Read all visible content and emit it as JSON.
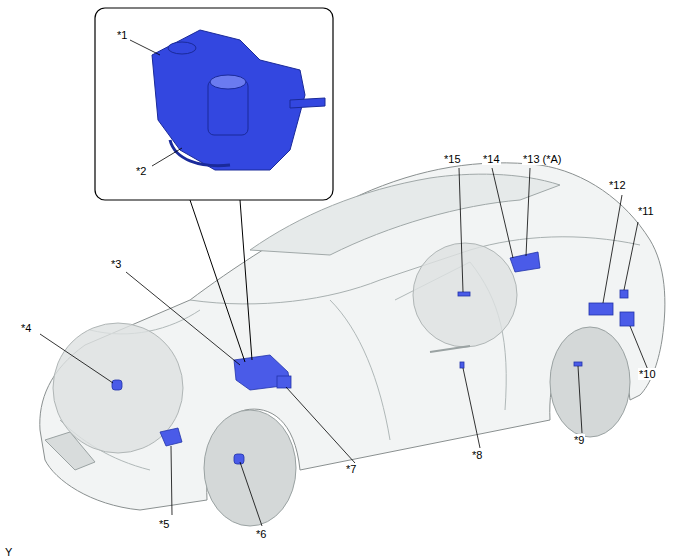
{
  "diagram": {
    "labels": [
      "*1",
      "*2",
      "*15",
      "*14",
      "*13 (*A)",
      "*12",
      "*11",
      "*3",
      "*4",
      "*10",
      "*9",
      "*8",
      "*7",
      "*5",
      "*6",
      "Y"
    ]
  }
}
